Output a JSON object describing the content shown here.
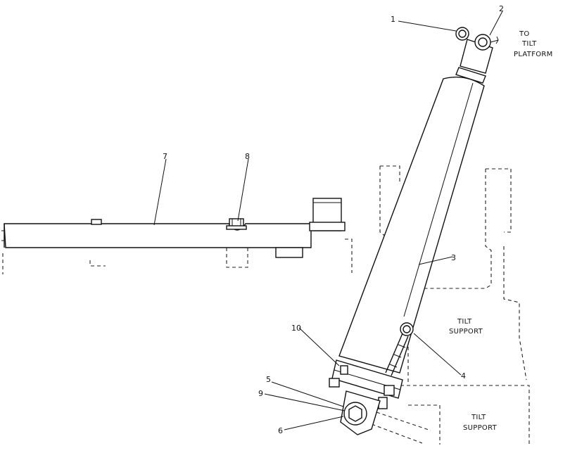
{
  "callouts": [
    {
      "id": "1",
      "text": "1"
    },
    {
      "id": "2",
      "text": "2"
    },
    {
      "id": "3",
      "text": "3"
    },
    {
      "id": "4",
      "text": "4"
    },
    {
      "id": "5",
      "text": "5"
    },
    {
      "id": "6",
      "text": "6"
    },
    {
      "id": "7",
      "text": "7"
    },
    {
      "id": "8",
      "text": "8"
    },
    {
      "id": "9",
      "text": "9"
    },
    {
      "id": "10",
      "text": "10"
    }
  ],
  "labels": {
    "to_tilt_platform": [
      "TO",
      "TILT",
      "PLATFORM"
    ],
    "tilt_support_upper": [
      "TILT",
      "SUPPORT"
    ],
    "tilt_support_lower": [
      "TILT",
      "SUPPORT"
    ]
  }
}
